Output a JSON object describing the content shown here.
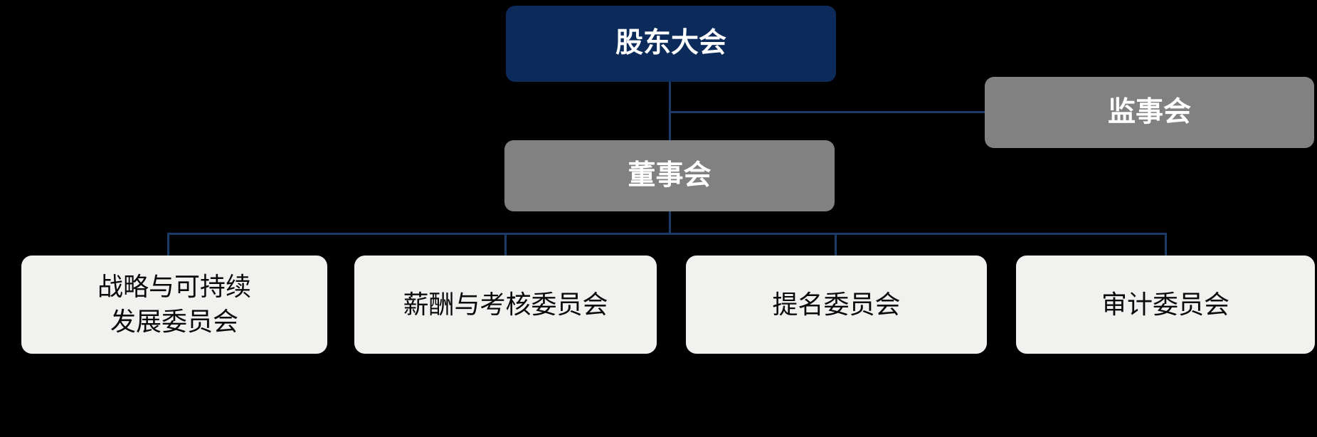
{
  "diagram": {
    "type": "org-chart",
    "nodes": {
      "shareholders": {
        "label": "股东大会",
        "level": "top"
      },
      "supervisory": {
        "label": "监事会",
        "level": "middle"
      },
      "board": {
        "label": "董事会",
        "level": "middle"
      },
      "strategy": {
        "label": "战略与可持续\n发展委员会",
        "level": "committee"
      },
      "remuneration": {
        "label": "薪酬与考核委员会",
        "level": "committee"
      },
      "nomination": {
        "label": "提名委员会",
        "level": "committee"
      },
      "audit": {
        "label": "审计委员会",
        "level": "committee"
      }
    },
    "edges": [
      {
        "from": "shareholders",
        "to": "board"
      },
      {
        "from": "shareholders",
        "to": "supervisory"
      },
      {
        "from": "board",
        "to": "strategy"
      },
      {
        "from": "board",
        "to": "remuneration"
      },
      {
        "from": "board",
        "to": "nomination"
      },
      {
        "from": "board",
        "to": "audit"
      }
    ],
    "colors": {
      "background": "#000000",
      "primary_navy": "#0c2a5a",
      "secondary_gray": "#818181",
      "committee_bg": "#f1f2f0",
      "connector_line": "#1b3a66",
      "text_light": "#ffffff",
      "text_dark": "#0a0a0a"
    }
  }
}
